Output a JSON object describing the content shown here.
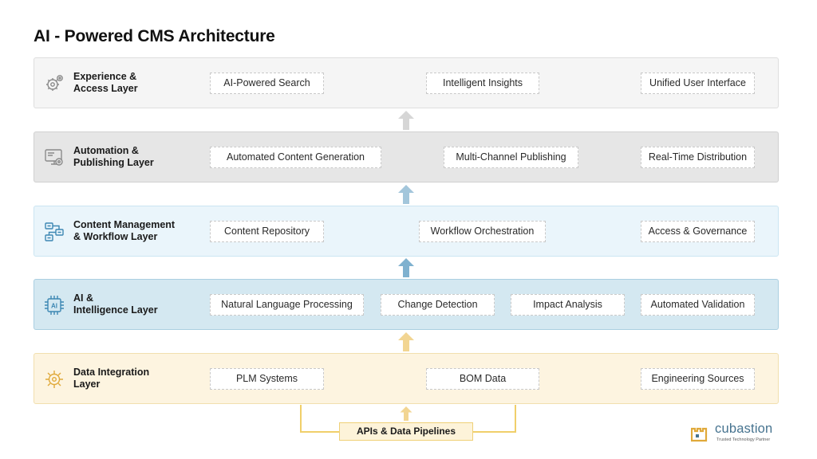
{
  "title": "AI - Powered CMS Architecture",
  "colors": {
    "gray_icon": "#8a8a8a",
    "blue_icon": "#3d87b3",
    "gold_icon": "#e0a93a",
    "pipeline_gold": "#f0cf6a",
    "brand_blue": "#46738f"
  },
  "layers": [
    {
      "name": "Experience & Access Layer",
      "name_lines": [
        "Experience &",
        "Access Layer"
      ],
      "icon": "settings-gears-icon",
      "items": [
        "AI-Powered Search",
        "Intelligent Insights",
        "Unified User Interface"
      ]
    },
    {
      "name": "Automation & Publishing Layer",
      "name_lines": [
        "Automation &",
        "Publishing Layer"
      ],
      "icon": "monitor-gear-icon",
      "items": [
        "Automated Content Generation",
        "Multi-Channel Publishing",
        "Real-Time Distribution"
      ]
    },
    {
      "name": "Content Management & Workflow Layer",
      "name_lines": [
        "Content Management",
        "& Workflow Layer"
      ],
      "icon": "workflow-icon",
      "items": [
        "Content Repository",
        "Workflow Orchestration",
        "Access & Governance"
      ]
    },
    {
      "name": "AI & Intelligence Layer",
      "name_lines": [
        "AI &",
        "Intelligence Layer"
      ],
      "icon": "ai-chip-icon",
      "items": [
        "Natural Language Processing",
        "Change Detection",
        "Impact Analysis",
        "Automated Validation"
      ]
    },
    {
      "name": "Data Integration Layer",
      "name_lines": [
        "Data Integration",
        "Layer"
      ],
      "icon": "data-gear-icon",
      "items": [
        "PLM Systems",
        "BOM Data",
        "Engineering Sources"
      ]
    }
  ],
  "pipeline": {
    "label": "APIs & Data Pipelines"
  },
  "logo": {
    "brand": "cubastion",
    "tagline": "Trusted Technology Partner"
  }
}
